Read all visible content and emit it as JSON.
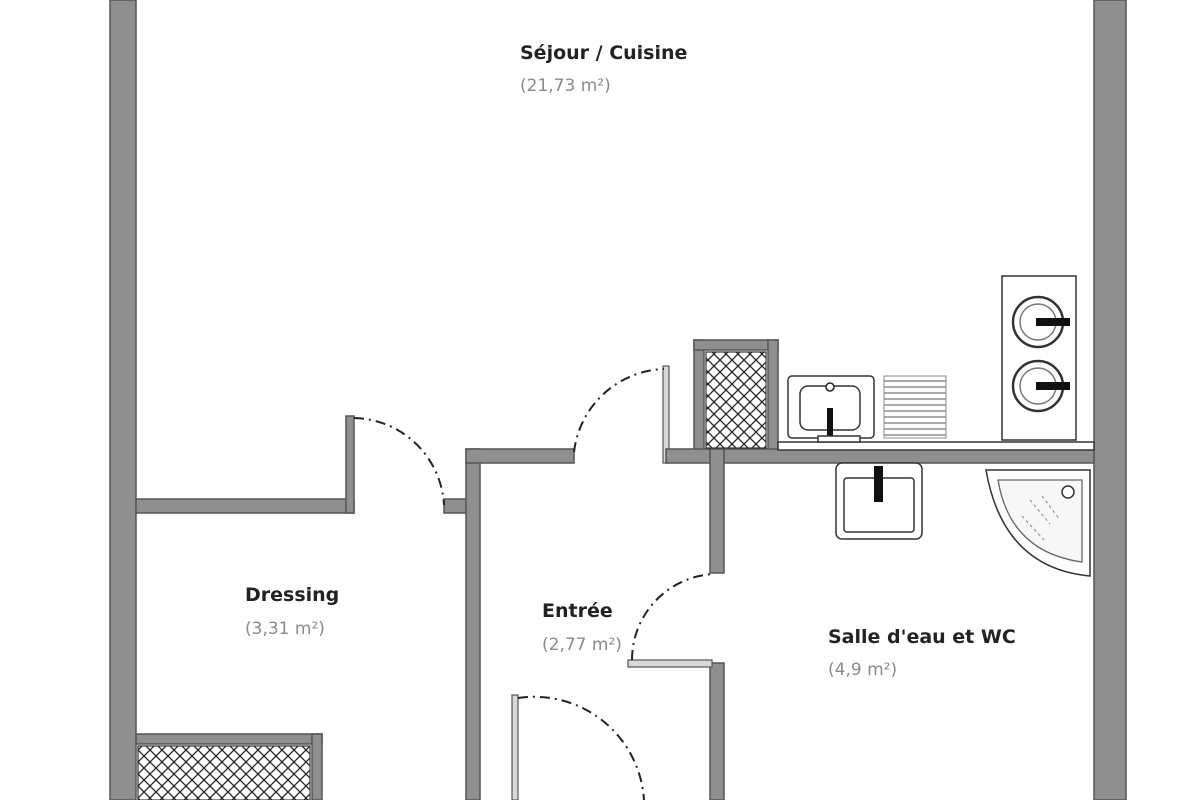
{
  "rooms": [
    {
      "id": "sejour",
      "name": "Séjour / Cuisine",
      "area": "(21,73 m²)"
    },
    {
      "id": "dressing",
      "name": "Dressing",
      "area": "(3,31 m²)"
    },
    {
      "id": "entree",
      "name": "Entrée",
      "area": "(2,77 m²)"
    },
    {
      "id": "sde",
      "name": "Salle d'eau et WC",
      "area": "(4,9 m²)"
    }
  ],
  "colors": {
    "wall": "#8f8f8f",
    "background": "#ffffff",
    "label": "#222222",
    "area": "#8a8a8a"
  }
}
